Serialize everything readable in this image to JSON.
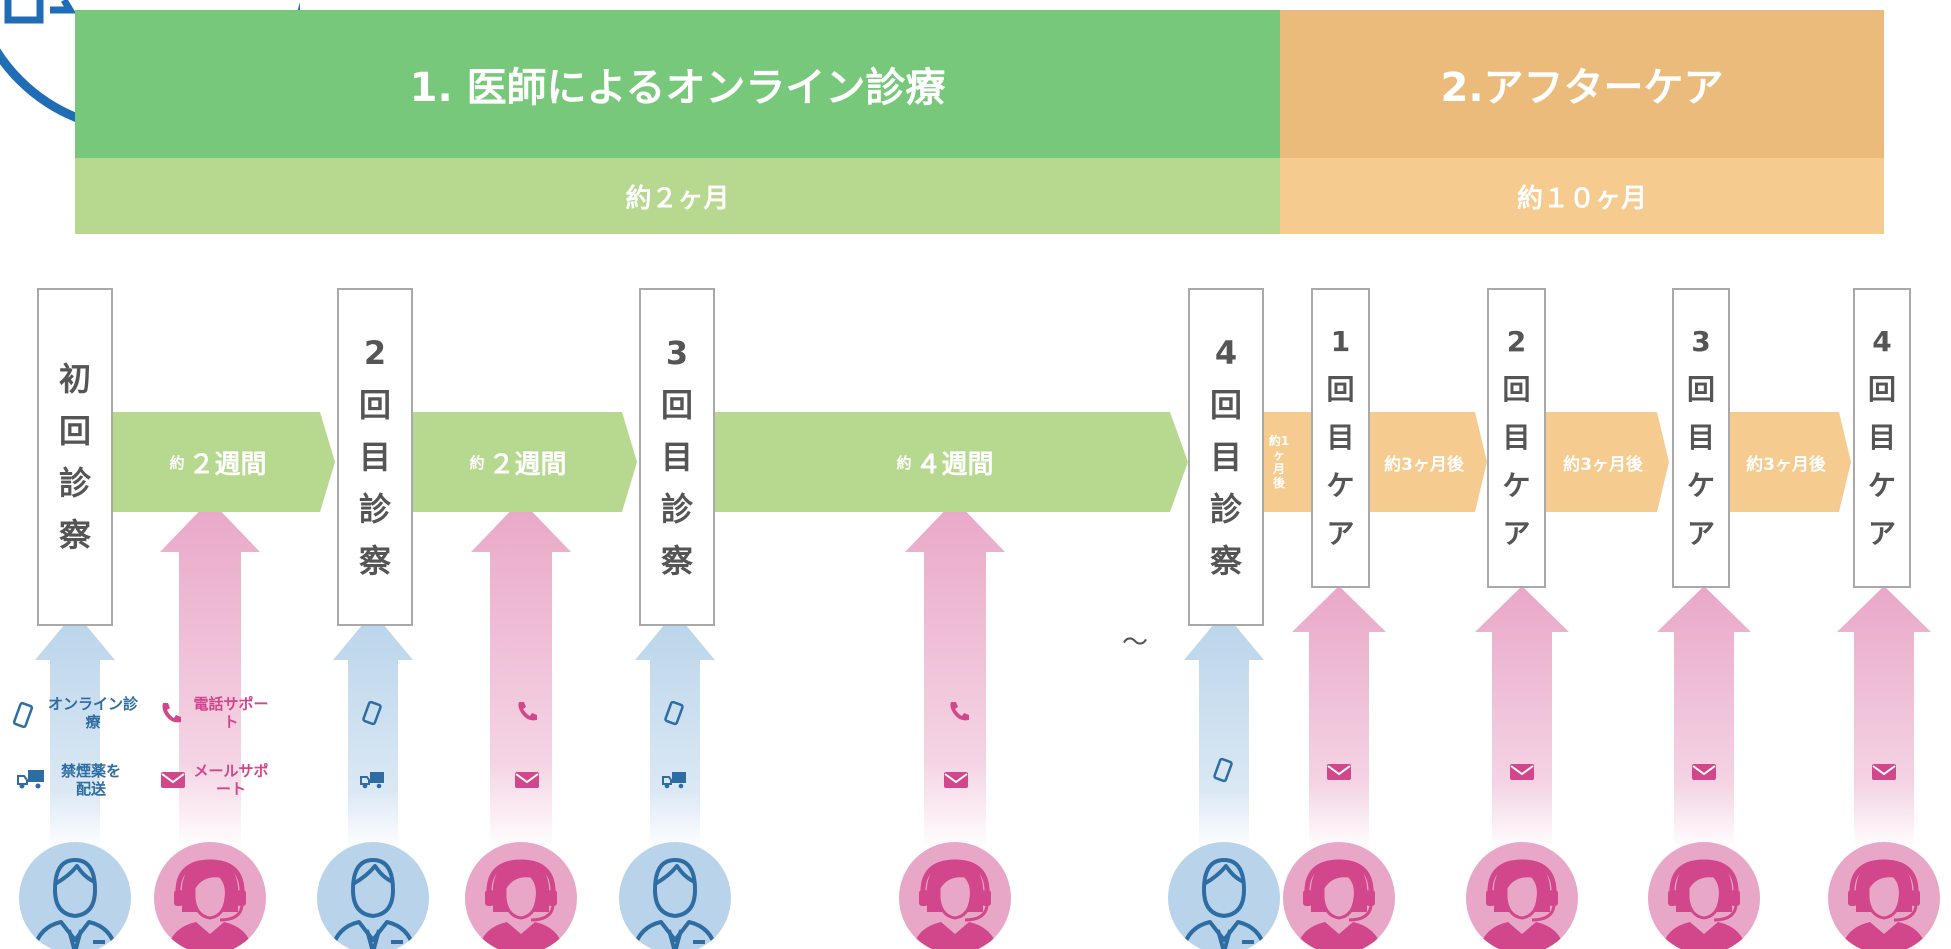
{
  "phases": {
    "phase1_title": "1. 医師によるオンライン診療",
    "phase1_duration": "約２ヶ月",
    "phase2_title": "2.アフターケア",
    "phase2_duration": "約１０ヶ月"
  },
  "checkpoints": [
    {
      "label": "初回診察"
    },
    {
      "label": "2回目診察"
    },
    {
      "label": "3回目診察"
    },
    {
      "label": "4回目診察"
    },
    {
      "label": "1回目ケア"
    },
    {
      "label": "2回目ケア"
    },
    {
      "label": "3回目ケア"
    },
    {
      "label": "4回目ケア"
    }
  ],
  "intervals": [
    {
      "prefix": "約",
      "value": "２週間"
    },
    {
      "prefix": "約",
      "value": "２週間"
    },
    {
      "prefix": "約",
      "value": "４週間"
    },
    {
      "text": "約1ヶ月後"
    },
    {
      "text": "約3ヶ月後"
    },
    {
      "text": "約3ヶ月後"
    },
    {
      "text": "約3ヶ月後"
    }
  ],
  "legend": {
    "online_consult": "オンライン診療",
    "phone_support": "電話サポート",
    "drug_delivery": "禁煙薬を配送",
    "mail_support": "メールサポート"
  },
  "misc": {
    "tilde": "～"
  },
  "colors": {
    "phase1_dark": "#77c87a",
    "phase1_light": "#b7d98f",
    "phase2_dark": "#ebbb7c",
    "phase2_light": "#f6cb8f",
    "doctor_blue": "#b9d4ea",
    "support_pink": "#e9a7c7",
    "icon_blue": "#2d6da3",
    "icon_pink": "#d2478b",
    "corner_blue": "#1f6db5"
  }
}
